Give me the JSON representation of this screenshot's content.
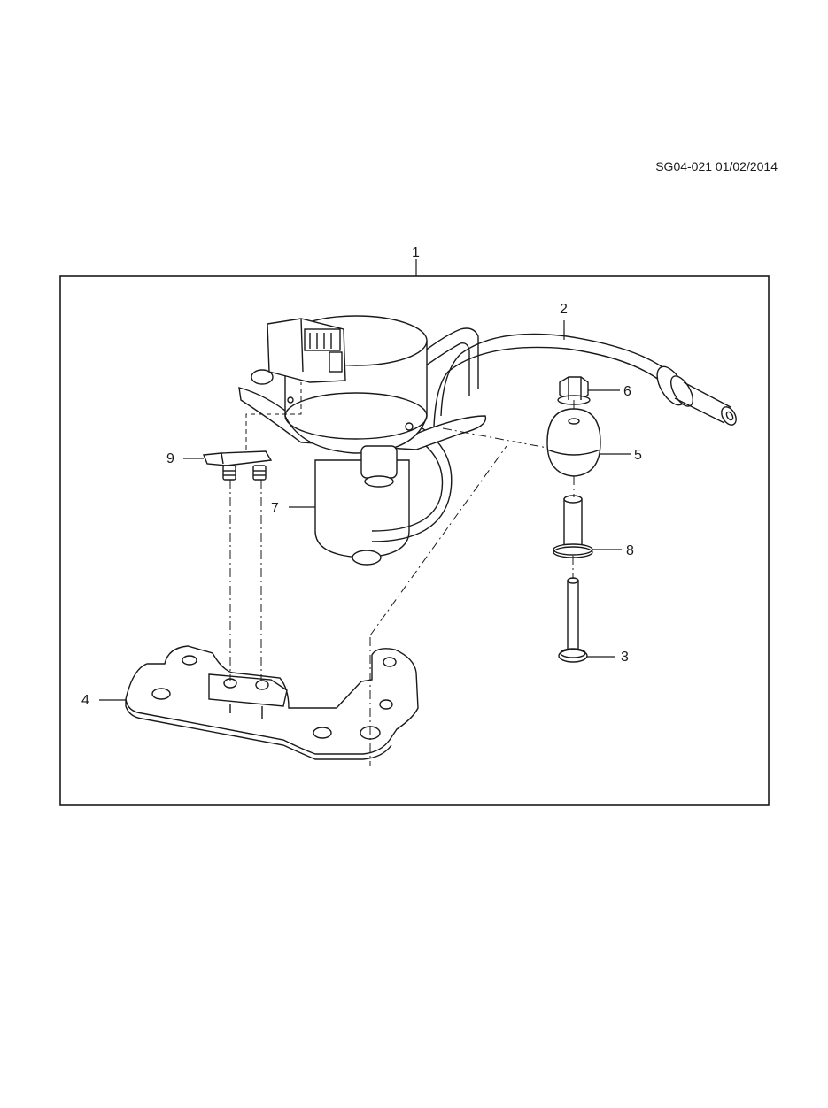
{
  "sheet": {
    "reference_code": "SG04-021 01/02/2014"
  },
  "callouts": {
    "c1": "1",
    "c2": "2",
    "c3": "3",
    "c4": "4",
    "c5": "5",
    "c6": "6",
    "c7": "7",
    "c8": "8",
    "c9": "9"
  },
  "colors": {
    "line": "#1a1a1a",
    "background": "#ffffff"
  }
}
